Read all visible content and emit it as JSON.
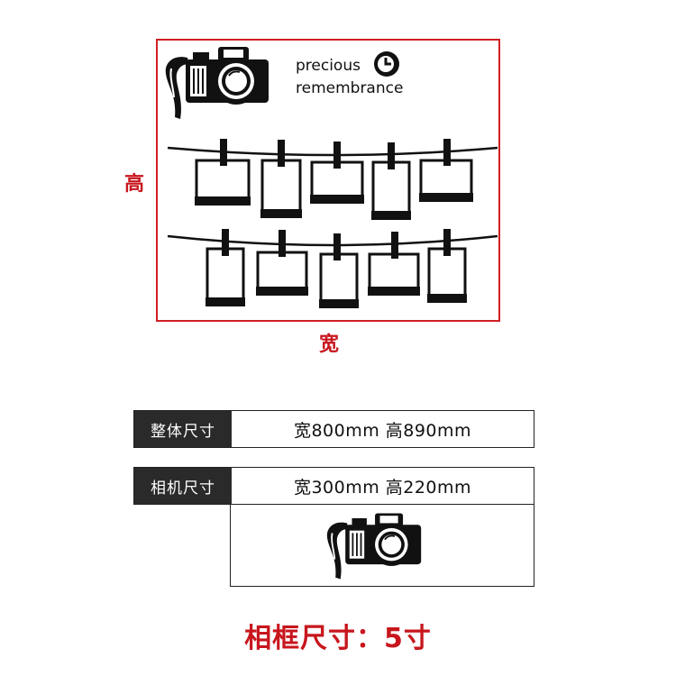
{
  "dimensions": {
    "height_label": "高",
    "width_label": "宽"
  },
  "tagline": {
    "line1": "precious",
    "line2": "remembrance"
  },
  "icons": {
    "camera": "camera-icon",
    "clock": "clock-icon",
    "clip": "clothespin-icon"
  },
  "specs": [
    {
      "label": "整体尺寸",
      "value": "宽800mm 高890mm"
    },
    {
      "label": "相机尺寸",
      "value": "宽300mm 高220mm"
    }
  ],
  "footer": {
    "title": "相框尺寸：5寸"
  },
  "colors": {
    "accent": "#d11f24",
    "ink": "#111111",
    "label_bg": "#2a2a2a"
  }
}
